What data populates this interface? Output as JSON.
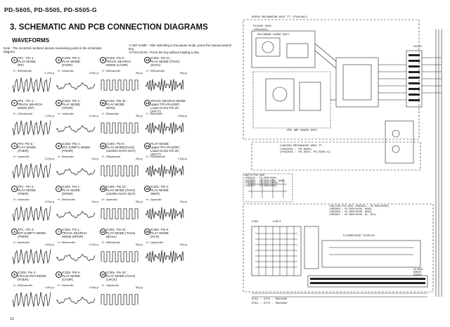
{
  "header": "PD-S605, PD-S505, PD-S505-G",
  "section_title": "3. SCHEMATIC AND PCB CONNECTION DIAGRAMS",
  "subsection": "WAVEFORMS",
  "note": "Note : The encircled numbers denote measuring points in the schematic diagram.",
  "jump_notes": "*1 50T-JUMP : After switching to the pause mode, press the manual search key.\n*2 FOCUS-IN : Press the key without loading a disc.",
  "page_number": "11",
  "waveforms": [
    {
      "num": "2",
      "label": "TP1 - Pin 1 :\nPLAY MODE\n(RF)",
      "hdiv": "H : 500nsec/div",
      "vpp": "1.2Vp-p"
    },
    {
      "num": "5",
      "label": "IC202- Pin 3 :\nPLAY MODE\n(F2OR)",
      "hdiv": "H : 1msec/div",
      "vpp": "0.5Vp-p"
    },
    {
      "num": "8",
      "label": "IC202- Pin 9 :\nTRACK SEARCH\nMODE (CAOR)",
      "hdiv": "H : 500nsec/div",
      "vpp": "5Vp-p"
    },
    {
      "num": "13",
      "label": "IC301- Pin 21 :\nPLAY MODE (TAH2)\n(DATA)",
      "hdiv": "H : 500nsec/div",
      "vpp": "5Vp-p"
    },
    {
      "num": "2",
      "label": "TP1 - Pin 1 :\nTRACK SEARCH\nMODE (RF)",
      "hdiv": "H : 100msec/div",
      "vpp": "1.2Vp-p"
    },
    {
      "num": "6",
      "label": "IC202- Pin 4 :\nPLAY MODE\n(TROR)",
      "hdiv": "H : 1msec/div",
      "vpp": "0.2Vp-p"
    },
    {
      "num": "11",
      "label": "IC151- Pin 32 :\nPLAY MODE\n(EFM)",
      "hdiv": "H : 50nsec/div",
      "vpp": "3Vp-p"
    },
    {
      "num": "14",
      "label": "TRACK SEARCH MODE\nUpper:TP1-Pin1(RF)\nLower:IC101-Pin 29\n(SFCT)",
      "hdiv": "H : 5msec/div",
      "vpp": "4.5Vp-p"
    },
    {
      "num": "3",
      "label": "TP1- Pin 5 :\nPLAY MODE\n(FOER)",
      "hdiv": "H : 1msec/div",
      "vpp": "0.2Vp-p"
    },
    {
      "num": "6",
      "label": "IC202- Pin 4 :\n50T-JUMP*1 MODE\n(TROR)",
      "hdiv": "H : 5msec/div",
      "vpp": "1Vp-p"
    },
    {
      "num": "11",
      "label": "IC401- Pin 9 :\nPLAY MODE(TAH4)\n(LD2/DA DATA OUT)",
      "hdiv": "H : 200μsec/div",
      "vpp": "5Vp-p"
    },
    {
      "num": "14",
      "label": "PLAY MODE\nUpper:TP1-Pin1(RF)\nLower:IC101-Pin 29\n(SFCT)",
      "hdiv": "H : 200msec/div",
      "vpp": "1.5Vp-p"
    },
    {
      "num": "4",
      "label": "TP1 - Pin 2 :\nPLAY MODE\n(TRER)",
      "hdiv": "H : 1msec/div",
      "vpp": "0.2Vp-p"
    },
    {
      "num": "7",
      "label": "IC201- Pin 1 :\nPLAY MODE\n(SPDR)",
      "hdiv": "H : 50msec/div",
      "vpp": "1Vp-p"
    },
    {
      "num": "10",
      "label": "IC401- Pin 10 :\nPLAY MODE (TAH4)\n(LD2/DA DATA OUT)",
      "hdiv": "H : 2μsec/div",
      "vpp": "5Vp-p"
    },
    {
      "num": "15",
      "label": "IC301- Pin 3 :\nPLAY MODE\n(MDP)",
      "hdiv": "H : 2μsec/div",
      "vpp": "5Vp-p"
    },
    {
      "num": "4",
      "label": "TP1 - Pin 2 :\n50T-JUMP*1 MODE\n(TRER)",
      "hdiv": "H : 5msec/div",
      "vpp": "3.5Vp-p"
    },
    {
      "num": "7",
      "label": "IC201- Pin 1 :\nTRACK SEARCH\nMODE (SPDR)",
      "hdiv": "H : 50msec/div",
      "vpp": "0.2Vp-p"
    },
    {
      "num": "12",
      "label": "IC301- Pin 22 :\nPLAY MODE (TAH4)\n(BCLK)",
      "hdiv": "H : 500nsec/div",
      "vpp": "5Vp-p"
    },
    {
      "num": "16",
      "label": "IC301- Pin 9 :\nPLAY MODE\n(FCO)",
      "hdiv": "H : 10μsec/div",
      "vpp": "5Vp-p"
    },
    {
      "num": "5",
      "label": "IC202- Pin 3 :\nFOCUS-IN*2 MODE\n(FOER)",
      "hdiv": "H : 200msec/div",
      "vpp": "1.8Vp-p"
    },
    {
      "num": "8",
      "label": "IC202- Pin 9 :\nPLAY MODE\n(CAOR)",
      "hdiv": "H : 2msec/div",
      "vpp": "0.3Vp-p"
    },
    {
      "num": "13",
      "label": "IC301- Pin 20 :\nPLAY MODE (TAH4)\n(LRCK)",
      "hdiv": "H : 10μsec/div",
      "vpp": "5Vp-p"
    }
  ],
  "schematic": {
    "servo_title": "SERVO MECHANISM ASSY TT (PXA1582)",
    "pickup": "PICKUP ASSY\n(PEA1291)",
    "holo": "HOLOGRAM LASER UNIT",
    "cn102": "CN102",
    "pre_amp": "PRE AMP BOARD ASSY",
    "loading": "LOADING MECHANISM ASSY TT\n(PXA1582 : PD-S605)\n(PXA1581 : PD-S505, PD-S505-G)",
    "switch_pcb": "SWITCH PCB ASSY\n(PWZ3791 : PD-S505/WYXK)\n(PWZ3793 : PD-S505/WYXK, WVXK)\n(PWZ3816 : PD-S605/LMYXK)\n(PWZ3817 : PD-S605/WYXK)",
    "function_pcb": "FUNCTION PCB ASSY (PWZ3831 : PD-S505/WYXK)\n(PWZ3854 : PD-S505/WYXK, WVXK)\n(PWZ3856 : PD-S605/WYXK, WVXK)\n(PWZ3857 : PD-S605/WYXK, RL, RLX)",
    "fl_display": "FLUORESCENT DISPLAY",
    "stby": "STBY",
    "eject": "EJECT",
    "ir": "IR/SENS\nREMOTE\nSENSOR",
    "bottom1": "STK1 : STY5 - PB21600",
    "bottom2": "STK1 : STY5 - PB21600"
  }
}
